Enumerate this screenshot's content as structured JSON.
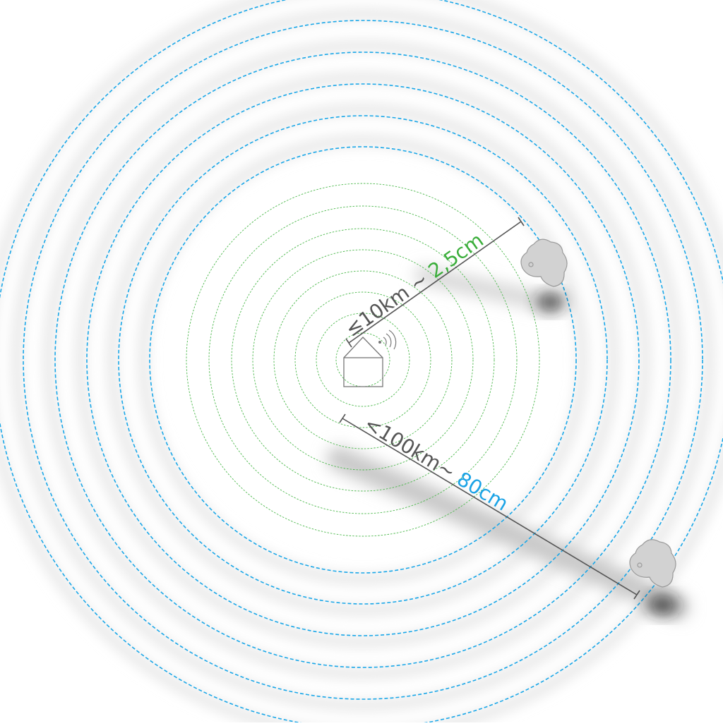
{
  "labels": {
    "near_prefix": "≤10km ~ ",
    "near_value": "2,5cm",
    "far_prefix": "<100km~ ",
    "far_value": "80cm"
  },
  "colors": {
    "background": "#ffffff",
    "halo": "#e3e3e3",
    "inner_ring": "#4cb84c",
    "outer_ring": "#1aa7e8",
    "line": "#555555",
    "near_value": "#3bae3b",
    "far_value": "#1aa3e6",
    "label_text": "#555555",
    "device_fill": "#d2d2d2",
    "device_stroke": "#9a9a9a"
  },
  "icons": [
    "house-icon",
    "wifi-signal-icon",
    "sensor-device-icon"
  ]
}
